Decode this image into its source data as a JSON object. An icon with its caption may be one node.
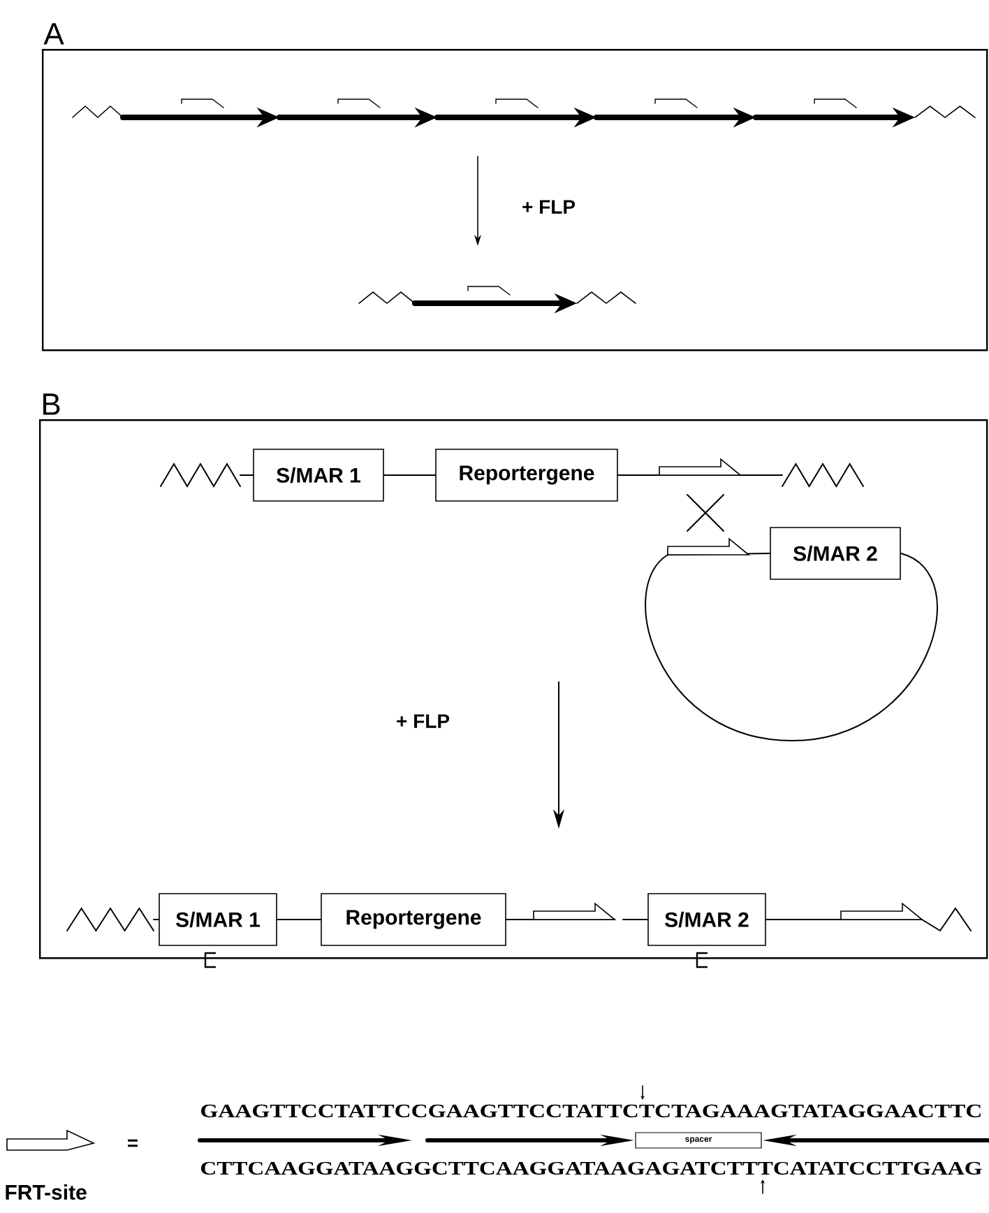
{
  "diagram": {
    "nodes": [
      {
        "text": [
          "A"
        ]
      },
      {
        "text": [
          "B"
        ]
      },
      {
        "text": [
          "S/MAR 1"
        ],
        "in": 1
      },
      {
        "text": [
          "Reportergene"
        ],
        "in": 1
      },
      {
        "text": [
          "S/MAR 2"
        ],
        "in": 1
      },
      {
        "text": [
          "S/MAR 1"
        ],
        "in": 1
      },
      {
        "text": [
          "Reportergene"
        ],
        "in": 1
      },
      {
        "text": [
          "S/MAR 2"
        ],
        "in": 1
      },
      {
        "text": [
          "spacer"
        ]
      }
    ],
    "edges": [
      {
        "from": 2,
        "to": 3,
        "arrow": "none"
      },
      {
        "from": 5,
        "to": 6,
        "arrow": "none"
      }
    ],
    "labels": [
      "+ FLP",
      "+ FLP",
      "=",
      "GAAGTTCCTATTCCGAAGTTCCTATTCTCTAGAAAGTATAGGAACTTC",
      "CTTCAAGGATAAGGCTTCAAGGATAAGAGATCTTTCATATCCTTGAAG",
      "FRT-site"
    ]
  }
}
